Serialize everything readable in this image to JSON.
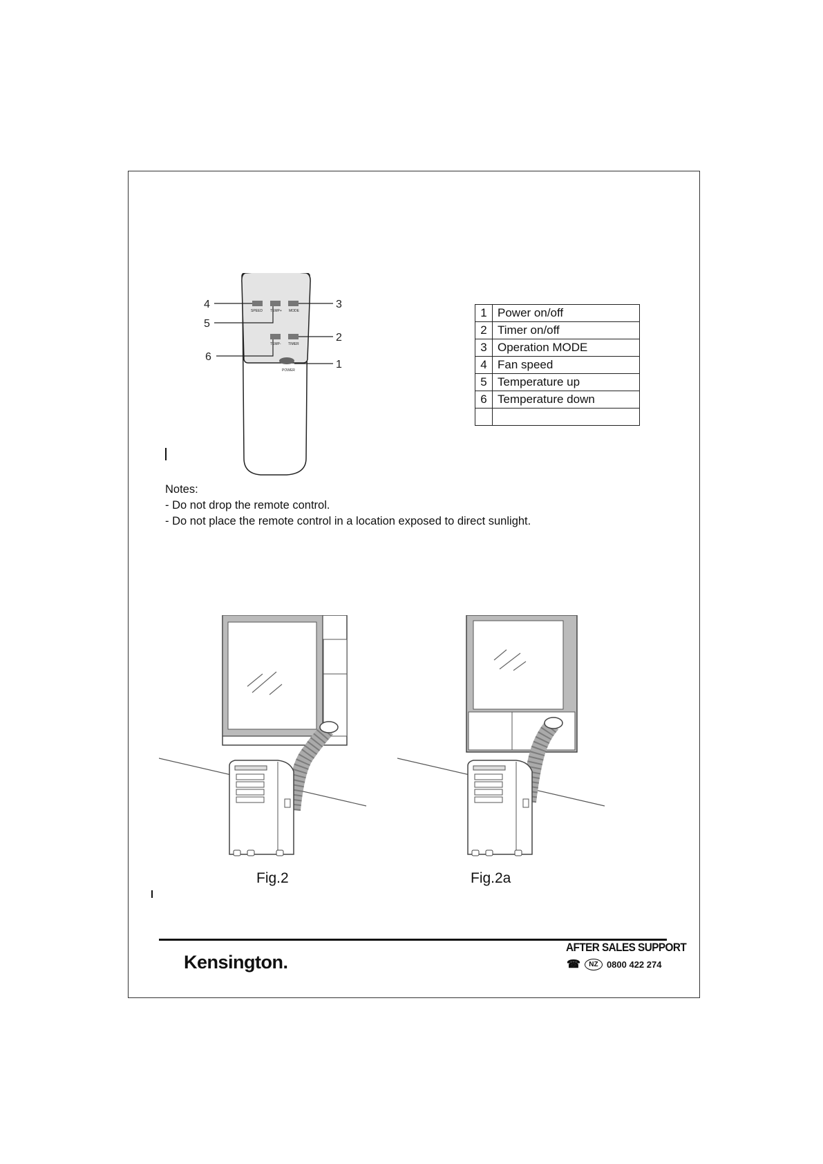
{
  "remote": {
    "button_labels": [
      "SPEED",
      "TEMP+",
      "MODE",
      "TEMP-",
      "TIMER",
      "POWER"
    ],
    "callout_numbers": [
      "4",
      "5",
      "6",
      "3",
      "2",
      "1"
    ]
  },
  "reference_table": {
    "rows": [
      {
        "num": "1",
        "desc": "Power on/off"
      },
      {
        "num": "2",
        "desc": "Timer on/off"
      },
      {
        "num": "3",
        "desc": "Operation MODE"
      },
      {
        "num": "4",
        "desc": "Fan speed"
      },
      {
        "num": "5",
        "desc": "Temperature up"
      },
      {
        "num": "6",
        "desc": "Temperature down"
      },
      {
        "num": "",
        "desc": ""
      }
    ]
  },
  "notes": {
    "heading": "Notes:",
    "items": [
      "- Do not drop the remote control.",
      "- Do not place the remote control in a location exposed to direct sunlight."
    ]
  },
  "figures": {
    "fig2": "Fig.2",
    "fig2a": "Fig.2a"
  },
  "footer": {
    "brand": "Kensington.",
    "support_title": "AFTER SALES SUPPORT",
    "region": "NZ",
    "phone": "0800 422 274"
  }
}
